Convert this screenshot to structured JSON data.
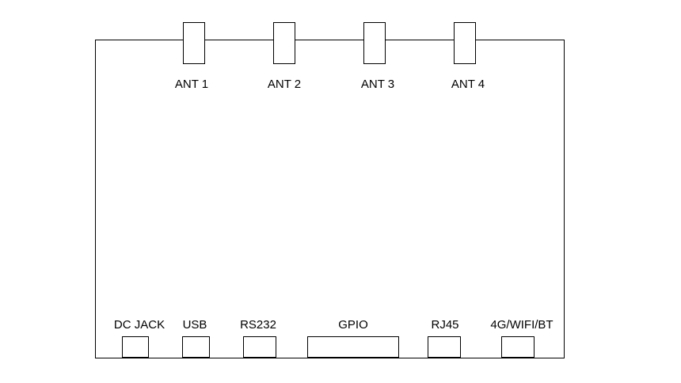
{
  "antennas": [
    {
      "label": "ANT 1"
    },
    {
      "label": "ANT 2"
    },
    {
      "label": "ANT 3"
    },
    {
      "label": "ANT 4"
    }
  ],
  "ports": [
    {
      "label": "DC JACK"
    },
    {
      "label": "USB"
    },
    {
      "label": "RS232"
    },
    {
      "label": "GPIO"
    },
    {
      "label": "RJ45"
    },
    {
      "label": "4G/WIFI/BT"
    }
  ],
  "colors": {
    "stroke": "#000000",
    "background": "#ffffff"
  }
}
